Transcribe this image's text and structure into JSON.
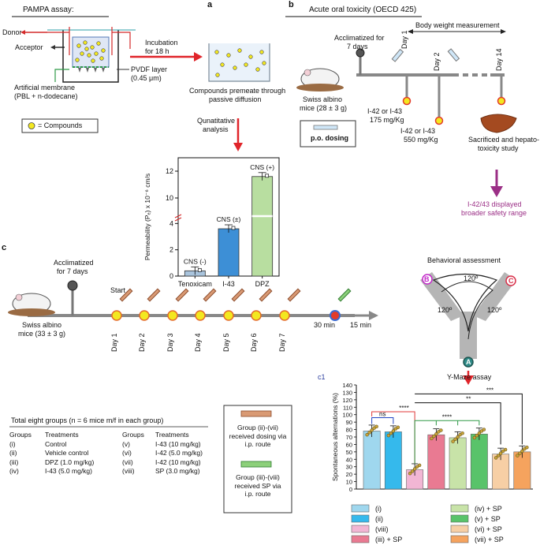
{
  "panel_a": {
    "letter": "a",
    "title": "PAMPA assay:",
    "donor": "Donor",
    "acceptor": "Acceptor",
    "pvdf": "PVDF layer",
    "pvdf_size": "(0.45 μm)",
    "membrane_1": "Artificial membrane",
    "membrane_2": "(PBL + n-dodecane)",
    "compounds_legend": "= Compounds",
    "incubation_1": "Incubation",
    "incubation_2": "for 18 h",
    "permeate_1": "Compounds premeate through",
    "permeate_2": "passive diffusion",
    "quant_1": "Qunatitative",
    "quant_2": "analysis"
  },
  "panel_b": {
    "letter": "b",
    "title": "Acute oral toxicity (OECD 425)",
    "acclim_1": "Acclimatized for",
    "acclim_2": "7 days",
    "body_weight": "Body weight measurement",
    "day1": "Day 1",
    "day2": "Day 2",
    "day14": "Day 14",
    "mice_1": "Swiss albino",
    "mice_2": "mice (28 ± 3 g)",
    "dose1_1": "I-42 or I-43",
    "dose1_2": "175 mg/Kg",
    "dose2_1": "I-42 or I-43",
    "dose2_2": "550 mg/Kg",
    "sacrifice_1": "Sacrificed and hepato-",
    "sacrifice_2": "toxicity study",
    "po_dosing": "p.o. dosing",
    "result_1": "I-42/43 displayed",
    "result_2": "broader safety range"
  },
  "panel_c": {
    "letter": "c",
    "acclim_1": "Acclimatized",
    "acclim_2": "for 7 days",
    "start": "Start",
    "days": [
      "Day 1",
      "Day 2",
      "Day 3",
      "Day 4",
      "Day 5",
      "Day 6",
      "Day 7"
    ],
    "t30": "30 min",
    "t15": "15 min",
    "mice_1": "Swiss albino",
    "mice_2": "mice (33 ± 3 g)",
    "c1": "c1",
    "behav": "Behavioral assessment",
    "ymaze": "Y-Maze assay",
    "arm_a": "A",
    "arm_b": "B",
    "arm_c": "C",
    "angle": "120º",
    "groups_title": "Total eight groups (n = 6 mice m/f in each group)",
    "hdr_groups": "Groups",
    "hdr_treat": "Treatments",
    "groups_left": [
      {
        "g": "(i)",
        "t": "Control"
      },
      {
        "g": "(ii)",
        "t": "Vehicle control"
      },
      {
        "g": "(iii)",
        "t": "DPZ (1.0 mg/kg)"
      },
      {
        "g": "(iv)",
        "t": "I-43 (5.0 mg/kg)"
      }
    ],
    "groups_right": [
      {
        "g": "(v)",
        "t": "I-43 (10 mg/kg)"
      },
      {
        "g": "(vi)",
        "t": "I-42 (5.0 mg/kg)"
      },
      {
        "g": "(vii)",
        "t": "I-42 (10 mg/kg)"
      },
      {
        "g": "(viii)",
        "t": "SP (3.0 mg/kg)"
      }
    ],
    "box1_1": "Group (ii)-(vii)",
    "box1_2": "received dosing via",
    "box1_3": "i.p. route",
    "box2_1": "Group (iii)-(viii)",
    "box2_2": "received SP via",
    "box2_3": "i.p. route"
  },
  "chart_data": [
    {
      "type": "bar",
      "ylabel": "Permeability (Pₑ) x 10⁻⁶ cm/s",
      "categories": [
        "Tenoxicam",
        "I-43",
        "DPZ"
      ],
      "values": [
        0.4,
        3.6,
        11.6
      ],
      "bar_labels": [
        "CNS (-)",
        "CNS (±)",
        "CNS (+)"
      ],
      "colors": [
        "#a9c4dd",
        "#3d8fd6",
        "#b8dea0"
      ],
      "yticks": [
        "0",
        "2",
        "4",
        "10",
        "12"
      ],
      "axis_break": true,
      "ylim": [
        0,
        13
      ]
    },
    {
      "type": "bar",
      "ylabel": "Spontaneous alternations (%)",
      "categories": [
        "(i)",
        "(ii)",
        "(viii)",
        "(iii) + SP",
        "(iv) + SP",
        "(v) + SP",
        "(vi) + SP",
        "(vii) + SP"
      ],
      "values": [
        78,
        77,
        26,
        73,
        69,
        74,
        47,
        50
      ],
      "colors": [
        "#9fd7ee",
        "#35b9ec",
        "#f2b6d4",
        "#e97a92",
        "#c8e3a8",
        "#59c36a",
        "#f7cfa5",
        "#f5a35e"
      ],
      "ylim": [
        0,
        140
      ],
      "yticks": [
        "0",
        "10",
        "20",
        "30",
        "40",
        "50",
        "60",
        "70",
        "80",
        "90",
        "100",
        "110",
        "120",
        "130",
        "140"
      ],
      "significance": [
        "ns",
        "****",
        "****",
        "**",
        "***"
      ]
    }
  ]
}
